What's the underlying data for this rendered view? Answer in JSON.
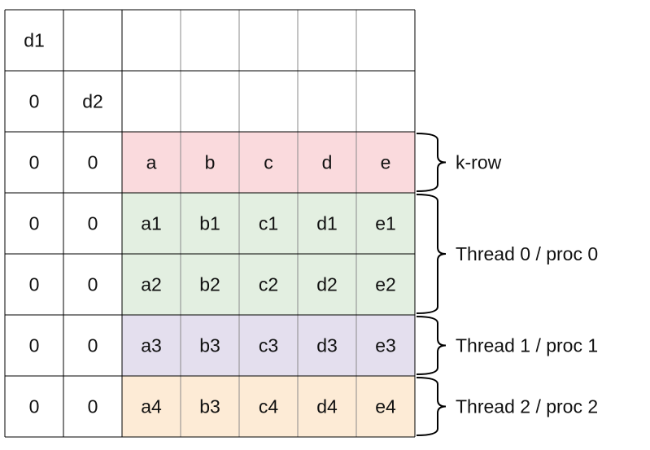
{
  "colors": {
    "white": "#ffffff",
    "pink": "#fadadd",
    "green": "#e3efe1",
    "purple": "#e4dfee",
    "orange": "#fdebd6",
    "border": "#000000",
    "inner_border": "#8a8a8a"
  },
  "grid": {
    "rows": [
      {
        "fill": "white",
        "cells": [
          "d1",
          "",
          "",
          "",
          "",
          "",
          ""
        ]
      },
      {
        "fill": "white",
        "cells": [
          "0",
          "d2",
          "",
          "",
          "",
          "",
          ""
        ]
      },
      {
        "fill": "pink",
        "cells": [
          "0",
          "0",
          "a",
          "b",
          "c",
          "d",
          "e"
        ]
      },
      {
        "fill": "green",
        "cells": [
          "0",
          "0",
          "a1",
          "b1",
          "c1",
          "d1",
          "e1"
        ]
      },
      {
        "fill": "green",
        "cells": [
          "0",
          "0",
          "a2",
          "b2",
          "c2",
          "d2",
          "e2"
        ]
      },
      {
        "fill": "purple",
        "cells": [
          "0",
          "0",
          "a3",
          "b3",
          "c3",
          "d3",
          "e3"
        ]
      },
      {
        "fill": "orange",
        "cells": [
          "0",
          "0",
          "a4",
          "b3",
          "c4",
          "d4",
          "e4"
        ]
      }
    ]
  },
  "brackets": [
    {
      "label": "k-row",
      "from_row": 2,
      "to_row": 2
    },
    {
      "label": "Thread 0 / proc 0",
      "from_row": 3,
      "to_row": 4
    },
    {
      "label": "Thread 1 / proc 1",
      "from_row": 5,
      "to_row": 5
    },
    {
      "label": "Thread 2 / proc 2",
      "from_row": 6,
      "to_row": 6
    }
  ]
}
